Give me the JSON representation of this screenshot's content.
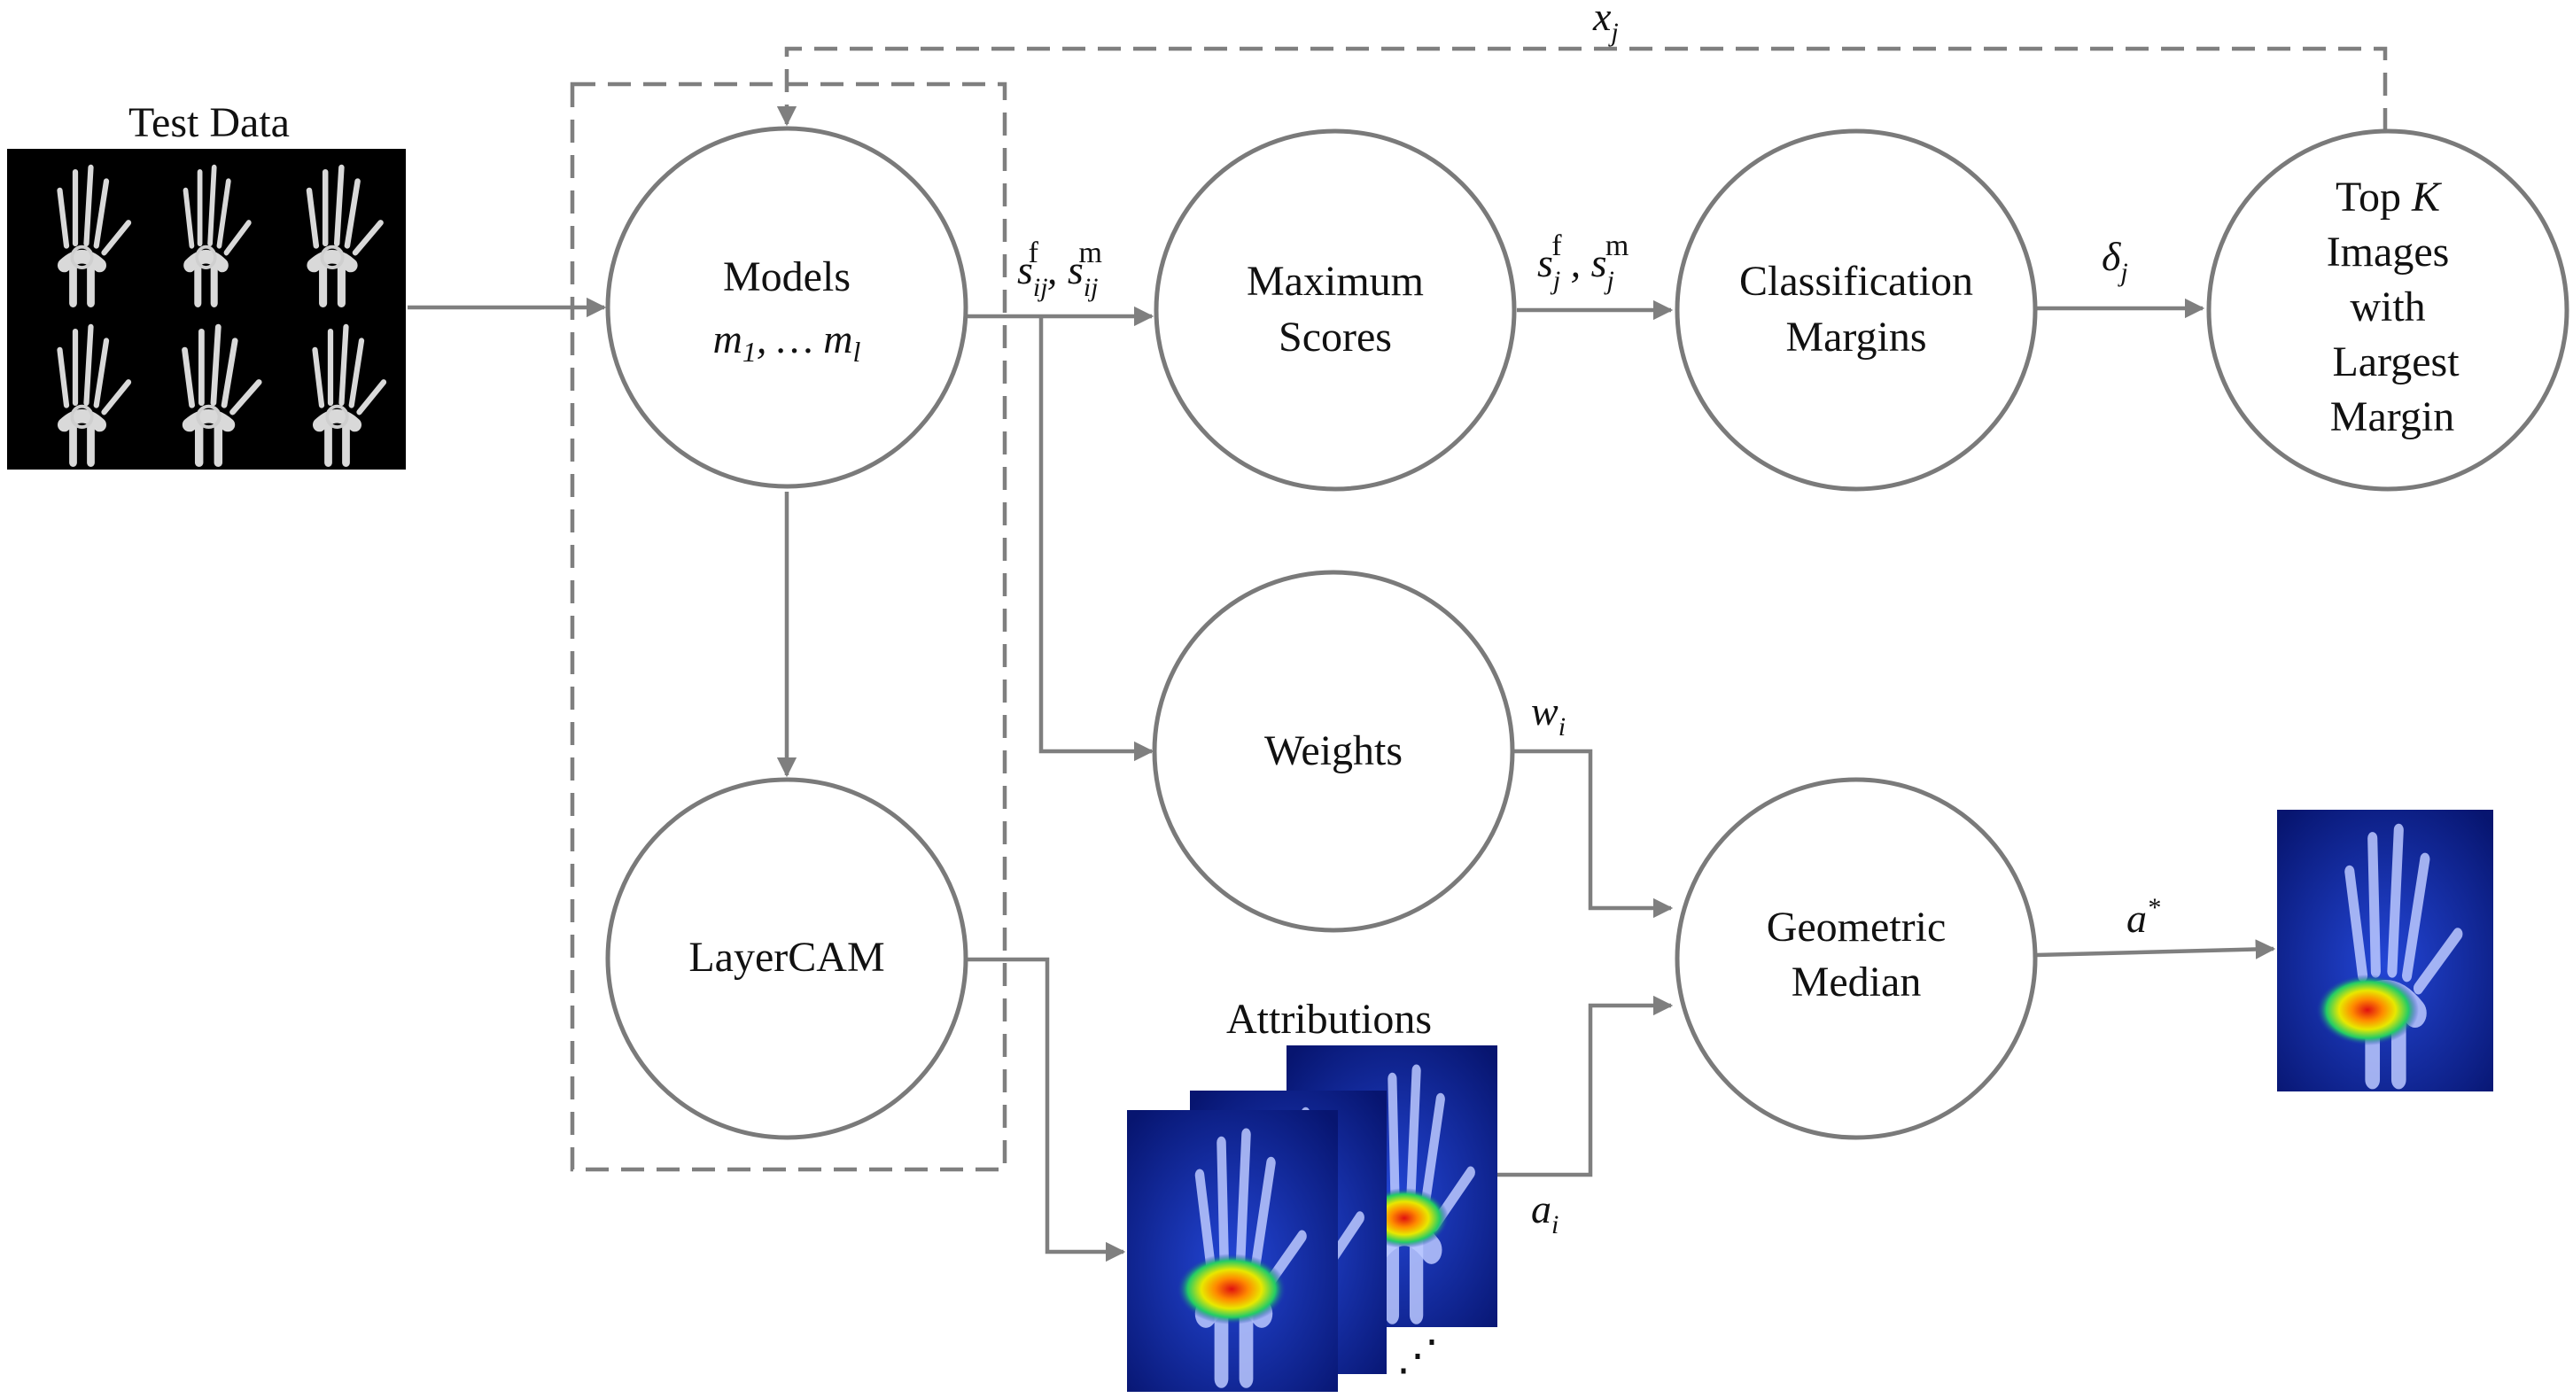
{
  "nodes": {
    "models": {
      "line1": "Models",
      "line2": "m1, … ml"
    },
    "layercam": {
      "label": "LayerCAM"
    },
    "maximum_scores": {
      "line1": "Maximum",
      "line2": "Scores"
    },
    "classification_margins": {
      "line1": "Classification",
      "line2": "Margins"
    },
    "top_k": {
      "lines": [
        "Top K",
        "Images",
        "with",
        "Largest",
        "Margin"
      ]
    },
    "weights": {
      "label": "Weights"
    },
    "geometric_median": {
      "line1": "Geometric",
      "line2": "Median"
    }
  },
  "images": {
    "test_data": {
      "caption": "Test Data",
      "thumbnail_count": 6
    },
    "attributions": {
      "caption": "Attributions",
      "continuation": "⋰"
    },
    "output_icon": "heatmap-hand-xray"
  },
  "edge_labels": {
    "s_ij": "s_ij^f, s_ij^m",
    "s_j": "s_j^f, s_j^m",
    "delta_j": "δ_j",
    "x_j": "x_j",
    "w_i": "w_i",
    "a_i": "a_i",
    "a_star": "a*"
  },
  "colors": {
    "stroke": "#7f7f7f",
    "xray_background": "#000000",
    "heatmap_background": "#0a1a8c",
    "heatmap_hot": "#e01010"
  }
}
